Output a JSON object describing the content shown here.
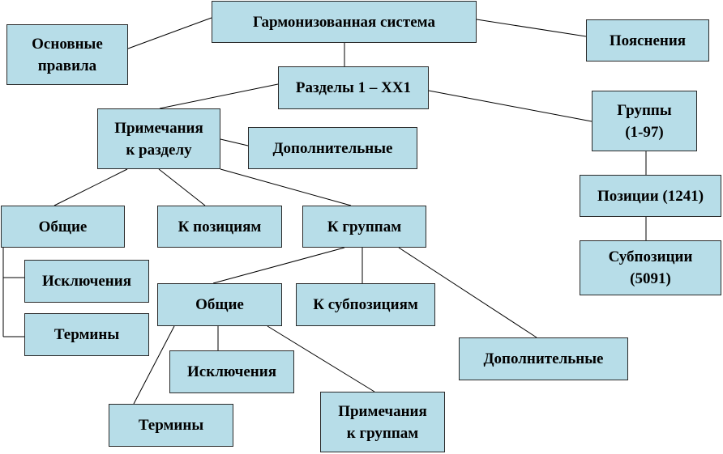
{
  "nodes": {
    "hs": "Гармонизованная система",
    "basic_rules": "Основные\nправила",
    "explanations": "Пояснения",
    "sections": "Разделы 1 – XX1",
    "section_notes": "Примечания\nк разделу",
    "section_additional": "Дополнительные",
    "groups": "Группы\n(1-97)",
    "headings": "Позиции (1241)",
    "subheadings": "Субпозиции\n(5091)",
    "sn_general": "Общие",
    "sn_exclusions": "Исключения",
    "sn_terms": "Термины",
    "sn_to_headings": "К позициям",
    "sn_to_groups": "К группам",
    "g_general": "Общие",
    "g_to_subheadings": "К субпозициям",
    "g_additional": "Дополнительные",
    "g_exclusions": "Исключения",
    "g_terms": "Термины",
    "g_group_notes": "Примечания\nк группам"
  },
  "colors": {
    "node_fill": "#b7dde8",
    "node_border": "#2a2a2a",
    "connector": "#000000"
  }
}
